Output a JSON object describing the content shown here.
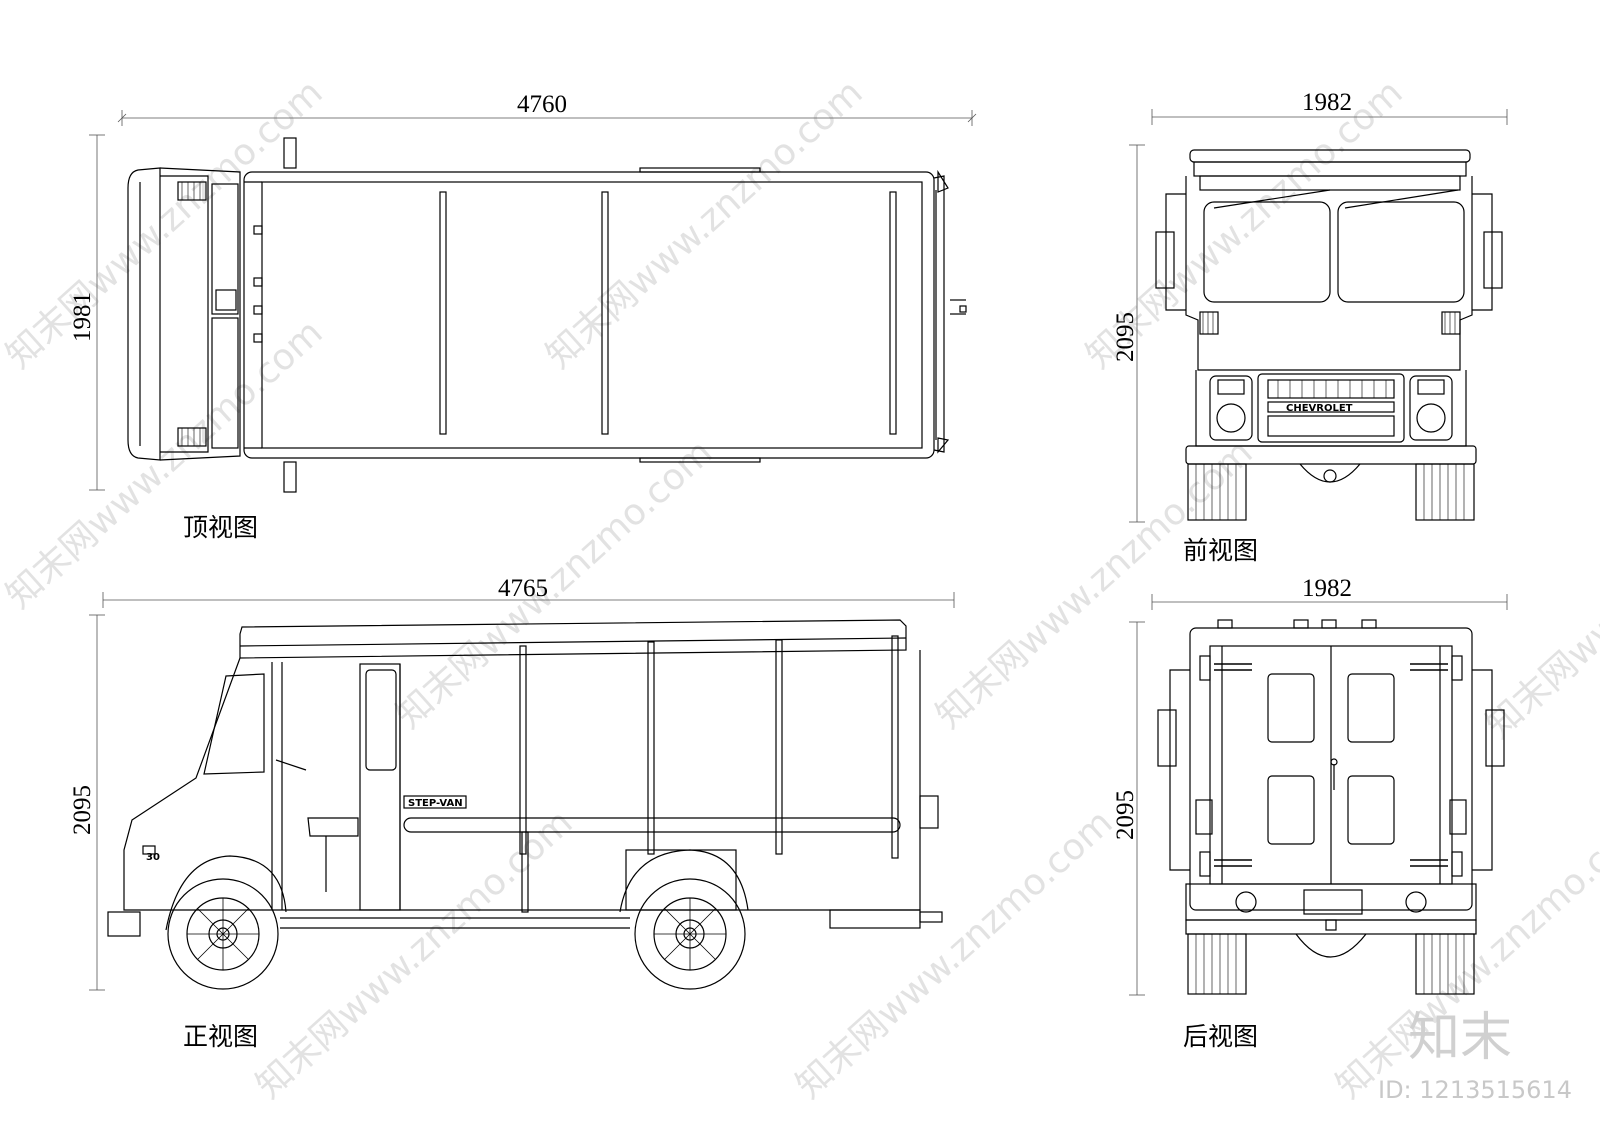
{
  "views": {
    "top": {
      "caption": "顶视图",
      "width_dim": "4760",
      "height_dim": "1981"
    },
    "front": {
      "caption": "前视图",
      "width_dim": "1982",
      "height_dim": "2095",
      "grille_brand": "CHEVROLET"
    },
    "side": {
      "caption": "正视图",
      "width_dim": "4765",
      "height_dim": "2095",
      "badge": "STEP-VAN",
      "model_mark": "30"
    },
    "rear": {
      "caption": "后视图",
      "width_dim": "1982",
      "height_dim": "2095"
    }
  },
  "watermark": {
    "text": "知末网www.znzmo.com",
    "logo": "知末",
    "id_label": "ID: 1213515614"
  }
}
